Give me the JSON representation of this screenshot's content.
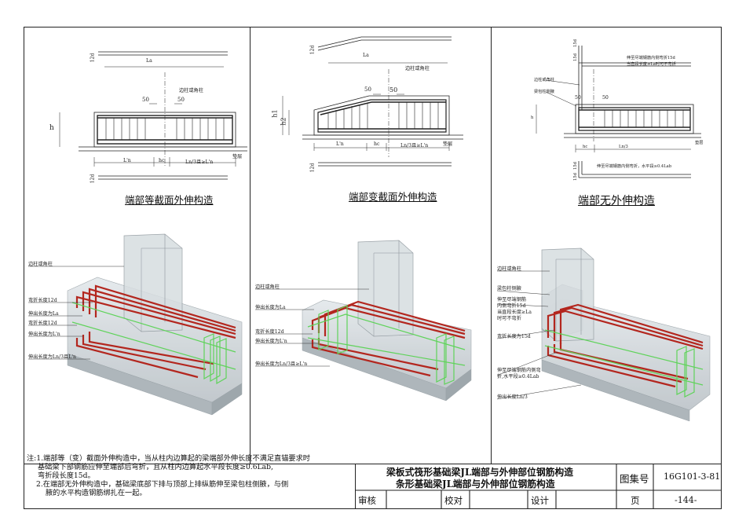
{
  "captions": {
    "panel1": "端部等截面外伸构造",
    "panel2": "端部变截面外伸构造",
    "panel3": "端部无外伸构造"
  },
  "panel1_labels": {
    "d12_top": "12d",
    "la": "La",
    "corner_col": "边柱或角柱",
    "fifty_l": "50",
    "fifty_r": "50",
    "h": "h",
    "ln_prime": "L'n",
    "hc": "hc",
    "ln3": "Ln/3且≥L'n",
    "pad": "垫层",
    "d12_bot": "12d"
  },
  "panel2_labels": {
    "d12_top": "12d",
    "la": "La",
    "corner_col": "边柱或角柱",
    "fifty_l": "50",
    "fifty_r": "50",
    "h1": "h1",
    "h2": "h2",
    "ln_prime": "L'n",
    "hc": "hc",
    "ln3": "Ln/3且≥L'n",
    "pad": "垫层",
    "d12_bot": "12d"
  },
  "panel3_labels": {
    "d15_top": "15d",
    "d15_top2": "15d",
    "note_top_a": "伸至尽端钢筋内侧弯折15d",
    "note_top_b": "当直段长度≥La时可不弯折",
    "corner_col": "边柱或角柱",
    "side_haunch": "梁包柱侧腋",
    "fifty_l": "50",
    "fifty_r": "50",
    "h": "h",
    "hc": "hc",
    "ln3": "Ln/3",
    "pad": "垫层",
    "d15_bot": "15d",
    "note_bot": "伸至尽端钢筋内侧弯折，水平段≥0.4Lab",
    "d15_bot2": "15d"
  },
  "iso1_labels": {
    "corner_col": "边柱或角柱",
    "bend12d_top": "弯折长度12d",
    "extend_la": "伸出长度为La",
    "bend12d": "弯折长度12d",
    "extend_ln": "伸出长度为L'n",
    "extend_ln3": "伸出长度为Ln/3且L'n"
  },
  "iso2_labels": {
    "corner_col": "边柱或角柱",
    "extend_la": "伸出长度为La",
    "bend12d": "弯折长度12d",
    "extend_ln": "伸出长度为L'n",
    "extend_ln3": "伸出长度为Ln/3且≥L'n"
  },
  "iso3_labels": {
    "corner_col": "边柱或角柱",
    "side_haunch": "梁包柱侧腋",
    "top_note_1": "伸至尽端钢筋",
    "top_note_2": "内侧弯折15d",
    "top_note_3": "当直段长度≥La",
    "top_note_4": "时可不弯折",
    "bend15d": "弯折长度为15d",
    "bot_note_1": "伸至尽端钢筋内侧弯",
    "bot_note_2": "折,水平段≥0.4Lab",
    "extend_ln3": "伸出长度Ln/3"
  },
  "notes": {
    "line1": "注:1.端部等（变）截面外伸构造中，当从柱内边算起的梁端部外伸长度不满足直锚要求时",
    "line2": "基础梁下部钢筋应伸至端部后弯折，且从柱内边算起水平段长度≥0.6Lab,",
    "line3": "弯折段长度15d。",
    "line4": "2.在端部无外伸构造中，基础梁底部下排与顶部上排纵筋伸至梁包柱侧腋，与侧",
    "line5": "腋的水平构造钢筋绑扎在一起。"
  },
  "title_block": {
    "title_line1": "梁板式筏形基础梁JL端部与外伸部位钢筋构造",
    "title_line2": "条形基础梁JL端部与外伸部位钢筋构造",
    "atlas_label": "图集号",
    "atlas_no": "16G101-3-81",
    "review": "审核",
    "check": "校对",
    "design": "设计",
    "page_label": "页",
    "page_no": "-144-"
  },
  "colors": {
    "rebar_red": "#b3261e",
    "rebar_green": "#5fd35a",
    "concrete": "#c9cfd3",
    "line": "#222222"
  }
}
